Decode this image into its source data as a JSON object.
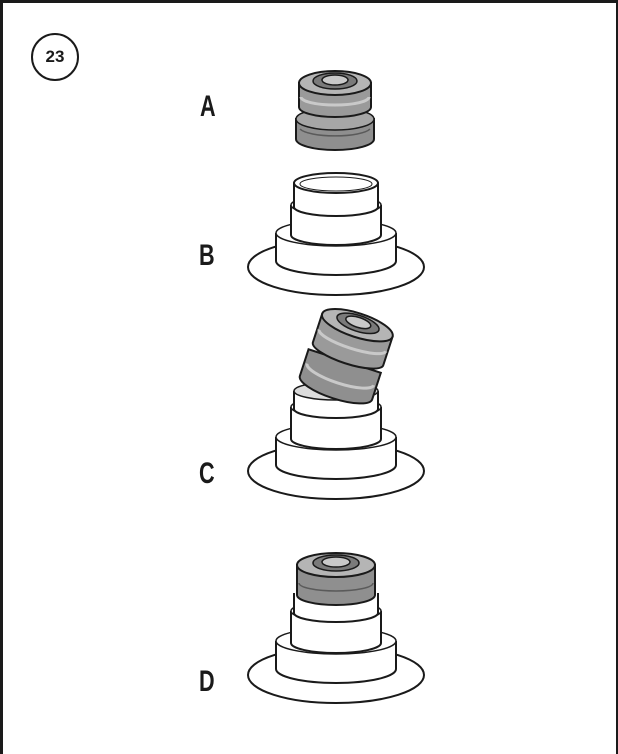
{
  "step": {
    "number": "23"
  },
  "labels": {
    "a": "A",
    "b": "B",
    "c": "C",
    "d": "D"
  },
  "colors": {
    "outline": "#1a1a1a",
    "gasket_gray": "#8f8f8f",
    "gasket_dark": "#5a5a5a",
    "gasket_light": "#c9c9c9",
    "flange_white": "#ffffff"
  }
}
